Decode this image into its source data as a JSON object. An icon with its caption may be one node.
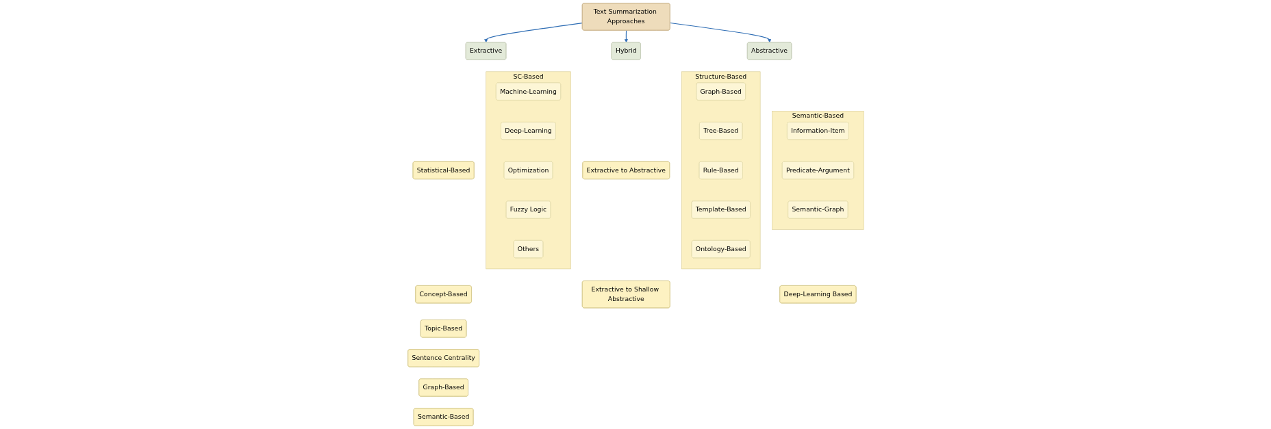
{
  "diagram": {
    "nodes": [
      {
        "text": [
          "Text Summarization Approaches"
        ]
      },
      {
        "text": [
          "Extractive"
        ]
      },
      {
        "text": [
          "Hybrid"
        ]
      },
      {
        "text": [
          "Abstractive"
        ]
      },
      {
        "text": [
          "Statistical-Based"
        ]
      },
      {
        "text": [
          "Concept-Based"
        ]
      },
      {
        "text": [
          "Topic-Based"
        ]
      },
      {
        "text": [
          "Sentence Centrality"
        ]
      },
      {
        "text": [
          "Graph-Based"
        ]
      },
      {
        "text": [
          "Semantic-Based"
        ]
      },
      {
        "text": [
          "SC-Based"
        ]
      },
      {
        "text": [
          "Machine-Learning"
        ],
        "in": 10
      },
      {
        "text": [
          "Deep-Learning"
        ],
        "in": 10
      },
      {
        "text": [
          "Optimization"
        ],
        "in": 10
      },
      {
        "text": [
          "Fuzzy Logic"
        ],
        "in": 10
      },
      {
        "text": [
          "Others"
        ],
        "in": 10
      },
      {
        "text": [
          "Extractive to Abstractive"
        ]
      },
      {
        "text": [
          "Extractive to Shallow Abstractive"
        ]
      },
      {
        "text": [
          "Structure-Based"
        ]
      },
      {
        "text": [
          "Graph-Based"
        ],
        "in": 18
      },
      {
        "text": [
          "Tree-Based"
        ],
        "in": 18
      },
      {
        "text": [
          "Rule-Based"
        ],
        "in": 18
      },
      {
        "text": [
          "Template-Based"
        ],
        "in": 18
      },
      {
        "text": [
          "Ontology-Based"
        ],
        "in": 18
      },
      {
        "text": [
          "Semantic-Based"
        ]
      },
      {
        "text": [
          "Information-Item"
        ],
        "in": 24
      },
      {
        "text": [
          "Predicate-Argument"
        ],
        "in": 24
      },
      {
        "text": [
          "Semantic-Graph"
        ],
        "in": 24
      },
      {
        "text": [
          "Deep-Learning Based"
        ]
      }
    ],
    "edges": [
      {
        "from": 0,
        "to": 1,
        "arrow": "to"
      },
      {
        "from": 0,
        "to": 2,
        "arrow": "to"
      },
      {
        "from": 0,
        "to": 3,
        "arrow": "to"
      }
    ]
  }
}
